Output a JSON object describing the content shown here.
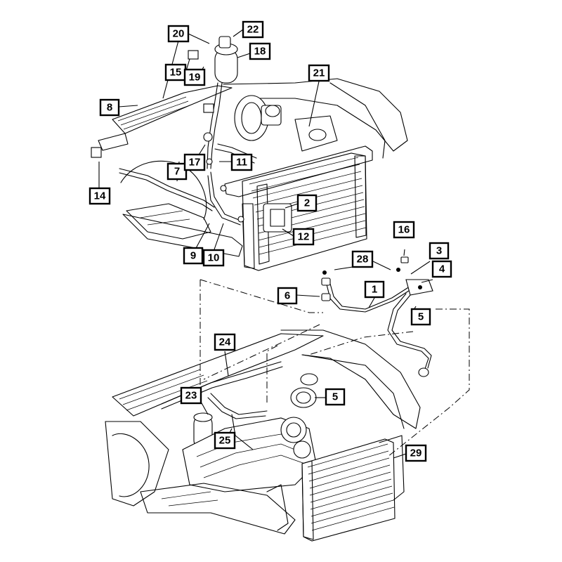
{
  "diagram": {
    "callouts": [
      {
        "id": "c1",
        "label": "1"
      },
      {
        "id": "c2",
        "label": "2"
      },
      {
        "id": "c3",
        "label": "3"
      },
      {
        "id": "c4",
        "label": "4"
      },
      {
        "id": "c5a",
        "label": "5"
      },
      {
        "id": "c5b",
        "label": "5"
      },
      {
        "id": "c6",
        "label": "6"
      },
      {
        "id": "c7",
        "label": "7"
      },
      {
        "id": "c8",
        "label": "8"
      },
      {
        "id": "c9",
        "label": "9"
      },
      {
        "id": "c10",
        "label": "10"
      },
      {
        "id": "c11",
        "label": "11"
      },
      {
        "id": "c12",
        "label": "12"
      },
      {
        "id": "c14",
        "label": "14"
      },
      {
        "id": "c15",
        "label": "15"
      },
      {
        "id": "c16",
        "label": "16"
      },
      {
        "id": "c17",
        "label": "17"
      },
      {
        "id": "c18",
        "label": "18"
      },
      {
        "id": "c19",
        "label": "19"
      },
      {
        "id": "c20",
        "label": "20"
      },
      {
        "id": "c21",
        "label": "21"
      },
      {
        "id": "c22",
        "label": "22"
      },
      {
        "id": "c23",
        "label": "23"
      },
      {
        "id": "c24",
        "label": "24"
      },
      {
        "id": "c25",
        "label": "25"
      },
      {
        "id": "c28",
        "label": "28"
      },
      {
        "id": "c29",
        "label": "29"
      }
    ]
  }
}
